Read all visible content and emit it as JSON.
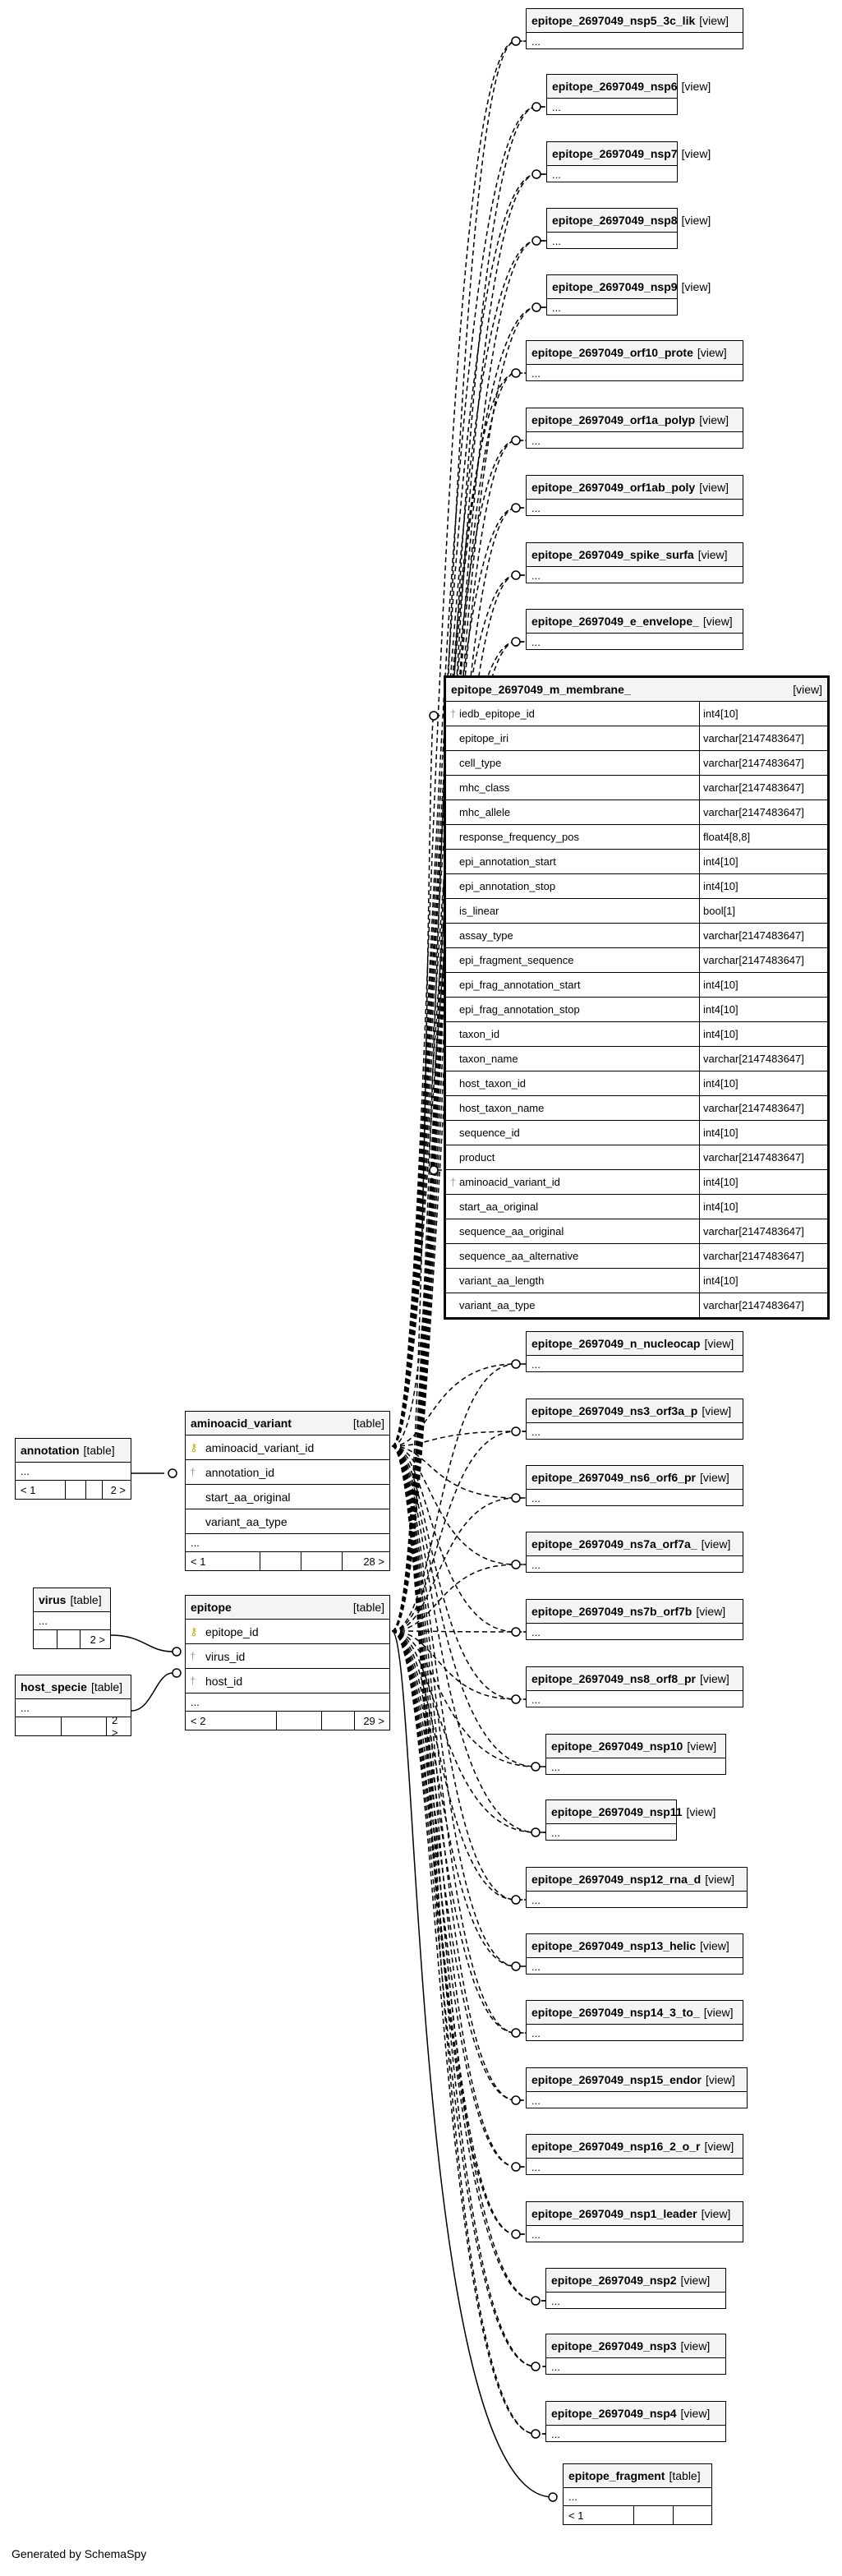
{
  "credit": "Generated by SchemaSpy",
  "views": [
    "epitope_2697049_nsp5_3c_lik",
    "epitope_2697049_nsp6",
    "epitope_2697049_nsp7",
    "epitope_2697049_nsp8",
    "epitope_2697049_nsp9",
    "epitope_2697049_orf10_prote",
    "epitope_2697049_orf1a_polyp",
    "epitope_2697049_orf1ab_poly",
    "epitope_2697049_spike_surfa",
    "epitope_2697049_e_envelope_",
    "epitope_2697049_n_nucleocap",
    "epitope_2697049_ns3_orf3a_p",
    "epitope_2697049_ns6_orf6_pr",
    "epitope_2697049_ns7a_orf7a_",
    "epitope_2697049_ns7b_orf7b",
    "epitope_2697049_ns8_orf8_pr",
    "epitope_2697049_nsp10",
    "epitope_2697049_nsp11",
    "epitope_2697049_nsp12_rna_d",
    "epitope_2697049_nsp13_helic",
    "epitope_2697049_nsp14_3_to_",
    "epitope_2697049_nsp15_endor",
    "epitope_2697049_nsp16_2_o_r",
    "epitope_2697049_nsp1_leader",
    "epitope_2697049_nsp2",
    "epitope_2697049_nsp3",
    "epitope_2697049_nsp4"
  ],
  "view_tag": "[view]",
  "table_tag": "[table]",
  "ellipsis": "...",
  "main_view": {
    "name": "epitope_2697049_m_membrane_",
    "tag": "[view]",
    "columns": [
      {
        "name": "iedb_epitope_id",
        "type": "int4[10]",
        "key": "fk"
      },
      {
        "name": "epitope_iri",
        "type": "varchar[2147483647]"
      },
      {
        "name": "cell_type",
        "type": "varchar[2147483647]"
      },
      {
        "name": "mhc_class",
        "type": "varchar[2147483647]"
      },
      {
        "name": "mhc_allele",
        "type": "varchar[2147483647]"
      },
      {
        "name": "response_frequency_pos",
        "type": "float4[8,8]"
      },
      {
        "name": "epi_annotation_start",
        "type": "int4[10]"
      },
      {
        "name": "epi_annotation_stop",
        "type": "int4[10]"
      },
      {
        "name": "is_linear",
        "type": "bool[1]"
      },
      {
        "name": "assay_type",
        "type": "varchar[2147483647]"
      },
      {
        "name": "epi_fragment_sequence",
        "type": "varchar[2147483647]"
      },
      {
        "name": "epi_frag_annotation_start",
        "type": "int4[10]"
      },
      {
        "name": "epi_frag_annotation_stop",
        "type": "int4[10]"
      },
      {
        "name": "taxon_id",
        "type": "int4[10]"
      },
      {
        "name": "taxon_name",
        "type": "varchar[2147483647]"
      },
      {
        "name": "host_taxon_id",
        "type": "int4[10]"
      },
      {
        "name": "host_taxon_name",
        "type": "varchar[2147483647]"
      },
      {
        "name": "sequence_id",
        "type": "int4[10]"
      },
      {
        "name": "product",
        "type": "varchar[2147483647]"
      },
      {
        "name": "aminoacid_variant_id",
        "type": "int4[10]",
        "key": "fk"
      },
      {
        "name": "start_aa_original",
        "type": "int4[10]"
      },
      {
        "name": "sequence_aa_original",
        "type": "varchar[2147483647]"
      },
      {
        "name": "sequence_aa_alternative",
        "type": "varchar[2147483647]"
      },
      {
        "name": "variant_aa_length",
        "type": "int4[10]"
      },
      {
        "name": "variant_aa_type",
        "type": "varchar[2147483647]"
      }
    ]
  },
  "aminoacid_variant": {
    "name": "aminoacid_variant",
    "tag": "[table]",
    "columns": [
      {
        "name": "aminoacid_variant_id",
        "key": "pk"
      },
      {
        "name": "annotation_id",
        "key": "fk"
      },
      {
        "name": "start_aa_original"
      },
      {
        "name": "variant_aa_type"
      }
    ],
    "footer_left": "< 1",
    "footer_right": "28 >"
  },
  "epitope": {
    "name": "epitope",
    "tag": "[table]",
    "columns": [
      {
        "name": "epitope_id",
        "key": "pk"
      },
      {
        "name": "virus_id",
        "key": "fk"
      },
      {
        "name": "host_id",
        "key": "fk"
      }
    ],
    "footer_left": "< 2",
    "footer_right": "29 >"
  },
  "annotation": {
    "name": "annotation",
    "tag": "[table]",
    "footer_left": "< 1",
    "footer_right": "2 >"
  },
  "virus": {
    "name": "virus",
    "tag": "[table]",
    "footer_right": "2 >"
  },
  "host_specie": {
    "name": "host_specie",
    "tag": "[table]",
    "footer_right": "2 >"
  },
  "epitope_fragment": {
    "name": "epitope_fragment",
    "tag": "[table]",
    "footer_left": "< 1"
  },
  "colors": {
    "line": "#000000",
    "header_bg": "#f4f4f4",
    "pk_key": "#c9a800",
    "fk_key": "#999999"
  }
}
